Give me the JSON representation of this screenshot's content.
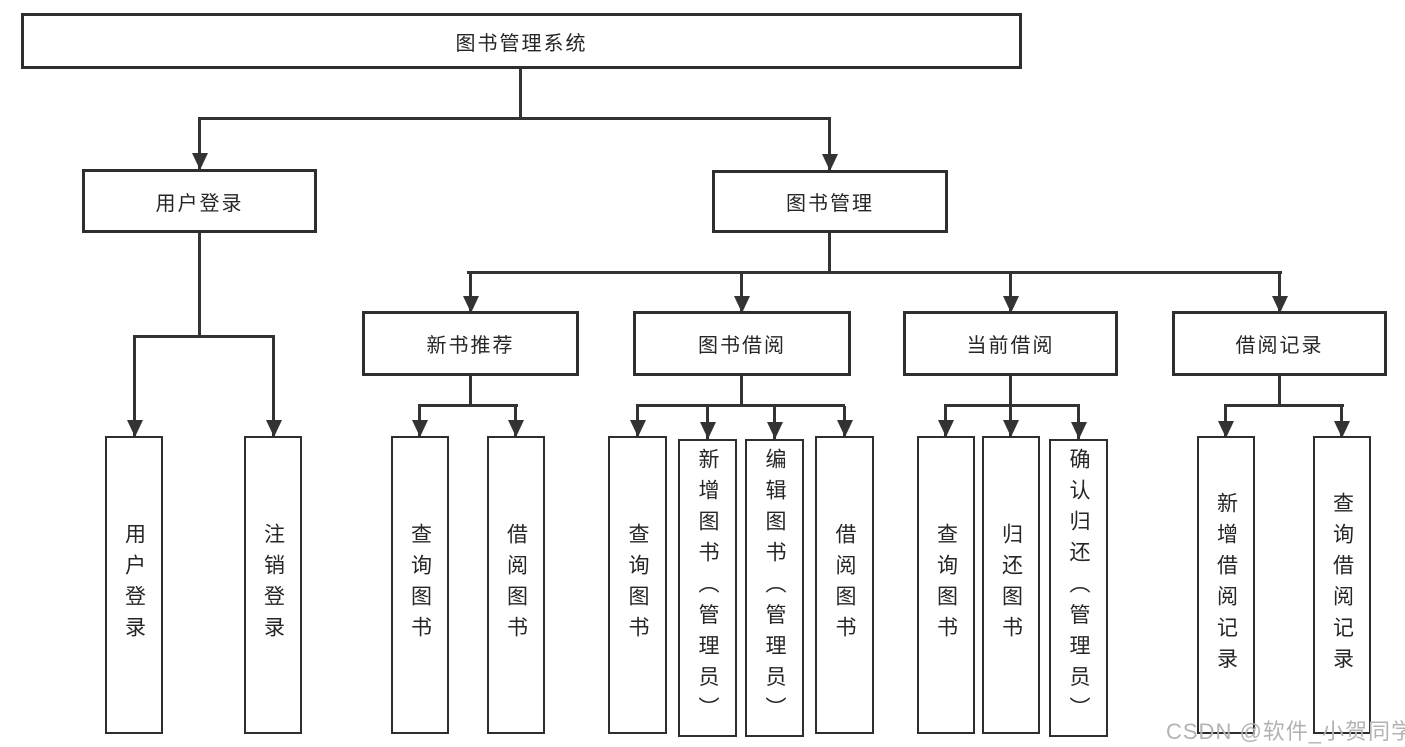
{
  "colors": {
    "line": "#333333",
    "box_border": "#2e2e2e",
    "box_fill": "#ffffff",
    "text": "#262626",
    "watermark": "#b3b3b3"
  },
  "watermark": "CSDN @软件_小贺同学",
  "nodes": {
    "root": "图书管理系统",
    "user_login": "用户登录",
    "book_management": "图书管理",
    "new_book_recommend": "新书推荐",
    "book_borrow": "图书借阅",
    "current_borrow": "当前借阅",
    "borrow_records": "借阅记录",
    "leaves": {
      "user_login": "用户登录",
      "logout": "注销登录",
      "recommend_query_books": "查询图书",
      "recommend_borrow_books": "借阅图书",
      "borrow_query_books": "查询图书",
      "borrow_add_books_admin": "新增图书（管理员）",
      "borrow_edit_books_admin": "编辑图书（管理员）",
      "borrow_borrow_books": "借阅图书",
      "current_query_books": "查询图书",
      "current_return_books": "归还图书",
      "current_confirm_return_admin": "确认归还（管理员）",
      "records_add_record": "新增借阅记录",
      "records_query_record": "查询借阅记录"
    }
  }
}
